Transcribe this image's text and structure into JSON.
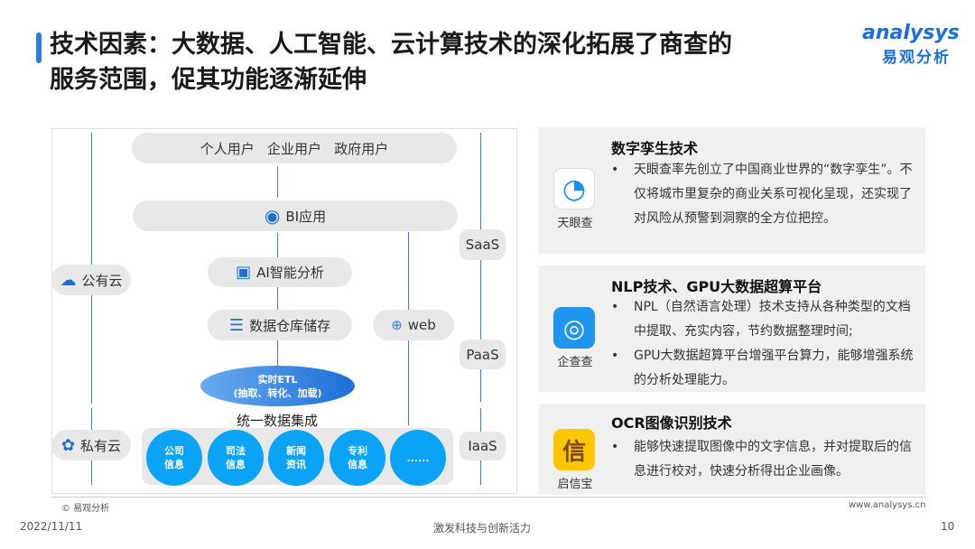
{
  "title": {
    "line1": "技术因素：大数据、人工智能、云计算技术的深化拓展了商查的",
    "line2": "服务范围，促其功能逐渐延伸"
  },
  "logo": {
    "en": "analysys",
    "cn": "易观分析"
  },
  "diagram": {
    "users": "个人用户   企业用户   政府用户",
    "bi": "BI应用",
    "ai": "AI智能分析",
    "storage": "数据仓库储存",
    "web": "web",
    "etl_line1": "实时ETL",
    "etl_line2": "(抽取、转化、加载)",
    "integration": "统一数据集成",
    "public_cloud": "公有云",
    "private_cloud": "私有云",
    "saas": "SaaS",
    "paas": "PaaS",
    "iaas": "IaaS",
    "sources": [
      {
        "l1": "公司",
        "l2": "信息"
      },
      {
        "l1": "司法",
        "l2": "信息"
      },
      {
        "l1": "新闻",
        "l2": "资讯"
      },
      {
        "l1": "专利",
        "l2": "信息"
      },
      {
        "l1": "......",
        "l2": ""
      }
    ]
  },
  "panels": [
    {
      "title": "数字孪生技术",
      "app": "天眼查",
      "bullets": [
        "天眼查率先创立了中国商业世界的“数字孪生”。不仅将城市里复杂的商业关系可视化呈现，还实现了对风险从预警到洞察的全方位把控。"
      ]
    },
    {
      "title": "NLP技术、GPU大数据超算平台",
      "app": "企查查",
      "bullets": [
        "NPL（自然语言处理）技术支持从各种类型的文档中提取、充实内容，节约数据整理时间;",
        "GPU大数据超算平台增强平台算力，能够增强系统的分析处理能力。"
      ]
    },
    {
      "title": "OCR图像识别技术",
      "app": "启信宝",
      "bullets": [
        "能够快速提取图像中的文字信息，并对提取后的信息进行校对，快速分析得出企业画像。"
      ]
    }
  ],
  "footer": {
    "copyright": "© 易观分析",
    "website": "www.analysys.cn",
    "date": "2022/11/11",
    "slogan": "激发科技与创新活力",
    "page": "10"
  },
  "colors": {
    "accent": "#2f7de1",
    "circle": "#0aa3f5",
    "panel_bg": "#f0f0f0"
  }
}
